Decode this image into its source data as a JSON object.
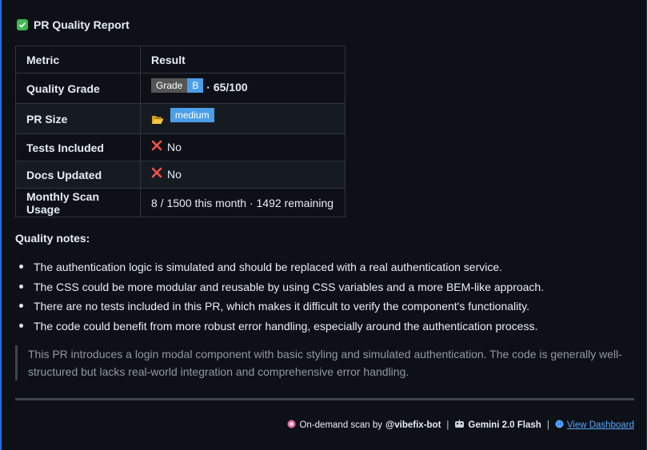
{
  "header": {
    "title": "PR Quality Report",
    "icon": "check-box-icon"
  },
  "table": {
    "headers": [
      "Metric",
      "Result"
    ],
    "quality_grade": {
      "label": "Quality Grade",
      "badge_label": "Grade",
      "badge_value": "B",
      "score": "· 65/100"
    },
    "pr_size": {
      "label": "PR Size",
      "badge": "medium"
    },
    "tests_included": {
      "label": "Tests Included",
      "value": "No"
    },
    "docs_updated": {
      "label": "Docs Updated",
      "value": "No"
    },
    "monthly_usage": {
      "label": "Monthly Scan Usage",
      "value": "8 / 1500 this month · 1492 remaining"
    }
  },
  "notes": {
    "title": "Quality notes:",
    "items": [
      "The authentication logic is simulated and should be replaced with a real authentication service.",
      "The CSS could be more modular and reusable by using CSS variables and a more BEM-like approach.",
      "There are no tests included in this PR, which makes it difficult to verify the component's functionality.",
      "The code could benefit from more robust error handling, especially around the authentication process."
    ]
  },
  "summary": "This PR introduces a login modal component with basic styling and simulated authentication. The code is generally well-structured but lacks real-world integration and comprehensive error handling.",
  "footer": {
    "scan_text": "On-demand scan by",
    "bot_name": "@vibefix-bot",
    "model": "Gemini 2.0 Flash",
    "dashboard_link": "View Dashboard",
    "separator": "|"
  },
  "colors": {
    "accent": "#1f6feb",
    "badge_blue": "#4c9ee8",
    "success": "#3fb950",
    "error": "#f85149"
  }
}
